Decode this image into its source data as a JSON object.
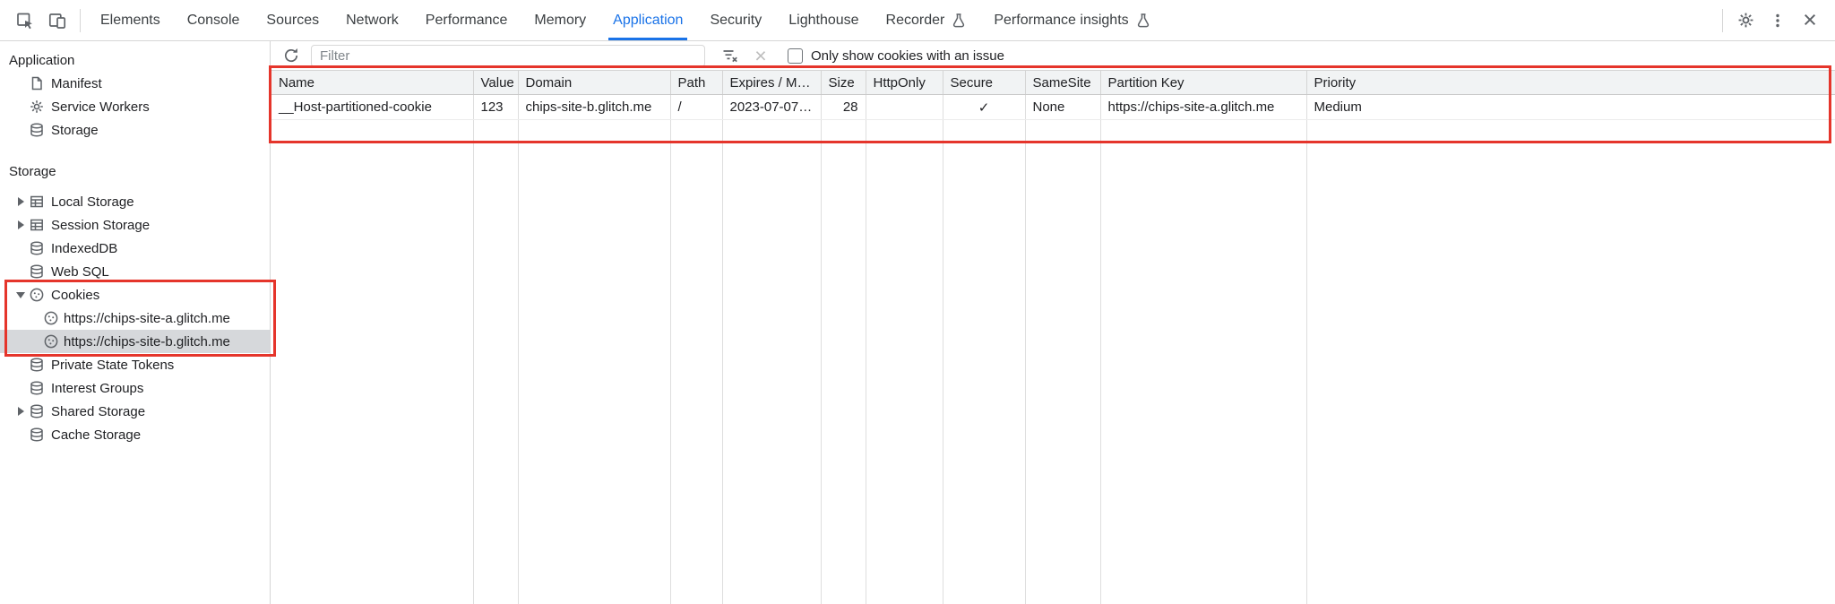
{
  "colors": {
    "accent_blue": "#1a73e8",
    "annotation_red": "#e5352b",
    "table_header_bg": "#f1f3f4",
    "selected_item_bg": "#d6d8db",
    "icon_gray": "#5f6368",
    "text_dark": "#202124",
    "border_gray": "#d6d6d6"
  },
  "top_toolbar": {
    "tabs": [
      {
        "label": "Elements"
      },
      {
        "label": "Console"
      },
      {
        "label": "Sources"
      },
      {
        "label": "Network"
      },
      {
        "label": "Performance"
      },
      {
        "label": "Memory"
      },
      {
        "label": "Application",
        "active": true
      },
      {
        "label": "Security"
      },
      {
        "label": "Lighthouse"
      },
      {
        "label": "Recorder",
        "experiment": true
      },
      {
        "label": "Performance insights",
        "experiment": true
      }
    ],
    "glyphs": {
      "close": "×"
    }
  },
  "sidebar": {
    "application_section": {
      "title": "Application",
      "items": [
        {
          "label": "Manifest",
          "icon": "manifest-file-icon"
        },
        {
          "label": "Service Workers",
          "icon": "service-worker-icon"
        },
        {
          "label": "Storage",
          "icon": "database-icon"
        }
      ]
    },
    "storage_section": {
      "title": "Storage",
      "items": [
        {
          "label": "Local Storage",
          "icon": "table-icon",
          "expander": "collapsed"
        },
        {
          "label": "Session Storage",
          "icon": "table-icon",
          "expander": "collapsed"
        },
        {
          "label": "IndexedDB",
          "icon": "database-icon"
        },
        {
          "label": "Web SQL",
          "icon": "database-icon"
        },
        {
          "label": "Cookies",
          "icon": "cookie-icon",
          "expander": "expanded"
        },
        {
          "label": "https://chips-site-a.glitch.me",
          "icon": "cookie-icon",
          "child": true
        },
        {
          "label": "https://chips-site-b.glitch.me",
          "icon": "cookie-icon",
          "child": true,
          "selected": true
        },
        {
          "label": "Private State Tokens",
          "icon": "database-icon"
        },
        {
          "label": "Interest Groups",
          "icon": "database-icon"
        },
        {
          "label": "Shared Storage",
          "icon": "database-icon",
          "expander": "collapsed"
        },
        {
          "label": "Cache Storage",
          "icon": "database-icon"
        }
      ]
    }
  },
  "cookies_panel": {
    "filter_placeholder": "Filter",
    "filter_value": "",
    "clear_glyph": "×",
    "only_show_checkbox": {
      "label": "Only show cookies with an issue",
      "checked": false
    },
    "table": {
      "columns": [
        "Name",
        "Value",
        "Domain",
        "Path",
        "Expires / M…",
        "Size",
        "HttpOnly",
        "Secure",
        "SameSite",
        "Partition Key",
        "Priority"
      ],
      "rows": [
        {
          "name": "__Host-partitioned-cookie",
          "value": "123",
          "domain": "chips-site-b.glitch.me",
          "path": "/",
          "expires_max_age": "2023-07-07…",
          "size": "28",
          "http_only": "",
          "secure": "✓",
          "same_site": "None",
          "partition_key": "https://chips-site-a.glitch.me",
          "priority": "Medium"
        }
      ]
    }
  }
}
